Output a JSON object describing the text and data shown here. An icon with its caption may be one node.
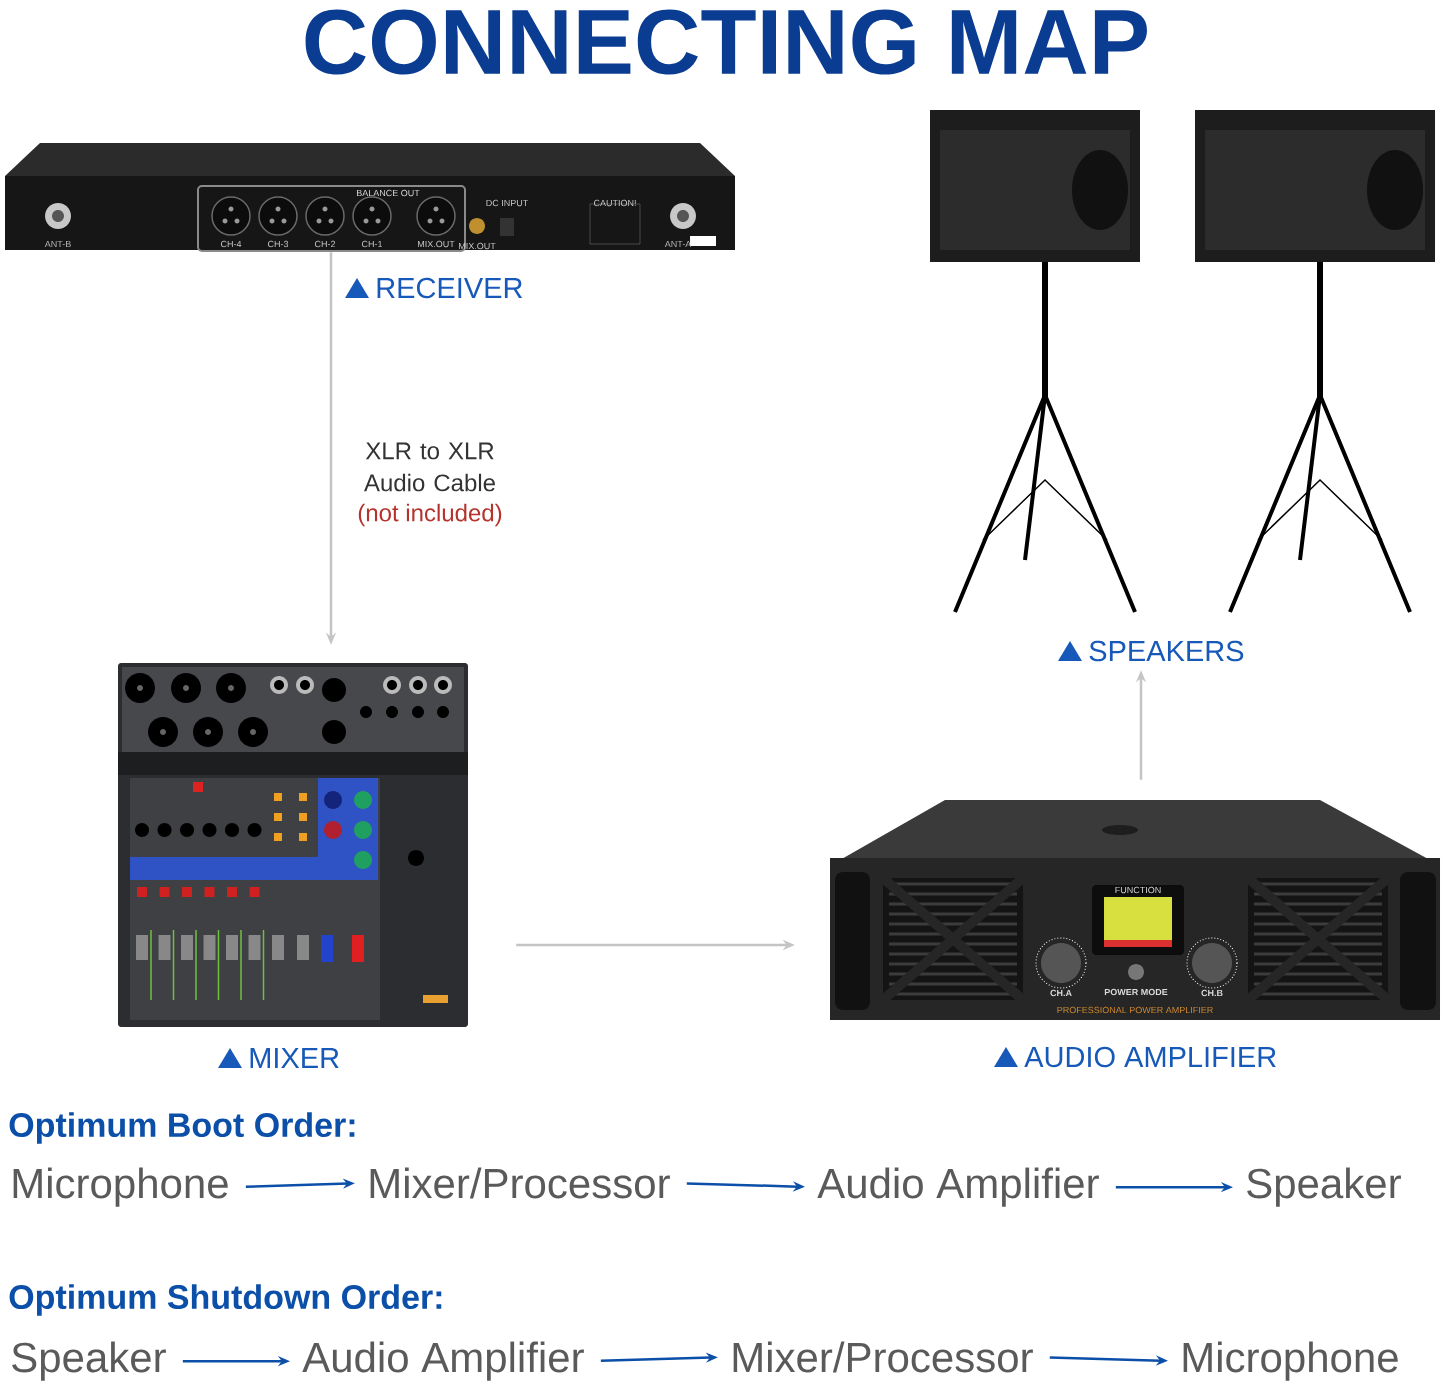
{
  "diagram": {
    "title": "CONNECTING MAP",
    "nodes": [
      {
        "text": [],
        "shape": "picture",
        "beside": [
          "RECEIVER"
        ]
      },
      {
        "text": [],
        "shape": "picture",
        "beside": [
          "MIXER"
        ]
      },
      {
        "text": [],
        "shape": "picture",
        "beside": [
          "AUDIO AMPLIFIER"
        ]
      },
      {
        "text": [],
        "shape": "picture",
        "beside": [
          "SPEAKERS"
        ]
      },
      {
        "text": [
          "Microphone"
        ]
      },
      {
        "text": [
          "Mixer/Processor"
        ]
      },
      {
        "text": [
          "Audio Amplifier"
        ]
      },
      {
        "text": [
          "Speaker"
        ]
      },
      {
        "text": [
          "Speaker"
        ]
      },
      {
        "text": [
          "Audio Amplifier"
        ]
      },
      {
        "text": [
          "Mixer/Processor"
        ]
      },
      {
        "text": [
          "Microphone"
        ]
      }
    ],
    "edges": [
      {
        "from": 0,
        "to": 1,
        "arrow": "to",
        "label": "XLR to XLR Audio Cable",
        "color": "#c4c4c4"
      },
      {
        "from": 1,
        "to": 2,
        "arrow": "to",
        "color": "#c4c4c4"
      },
      {
        "from": 2,
        "to": 3,
        "arrow": "to",
        "color": "#c4c4c4"
      },
      {
        "from": 4,
        "to": 5,
        "arrow": "to"
      },
      {
        "from": 5,
        "to": 6,
        "arrow": "to"
      },
      {
        "from": 6,
        "to": 7,
        "arrow": "to"
      },
      {
        "from": 8,
        "to": 9,
        "arrow": "to"
      },
      {
        "from": 9,
        "to": 10,
        "arrow": "to"
      },
      {
        "from": 10,
        "to": 11,
        "arrow": "to"
      }
    ],
    "labels": [
      "BALANCE OUT",
      "ANT-B",
      "CH-4",
      "CH-3",
      "CH-2",
      "CH-1",
      "MIX.OUT",
      "MIX.OUT",
      "DC INPUT",
      "CAUTION!",
      "ANT-A",
      "(not included)",
      "FUNCTION",
      "CH.A",
      "POWER MODE",
      "CH.B",
      "PROFESSIONAL POWER AMPLIFIER",
      "Optimum Boot Order:",
      "Optimum Shutdown Order:"
    ]
  }
}
